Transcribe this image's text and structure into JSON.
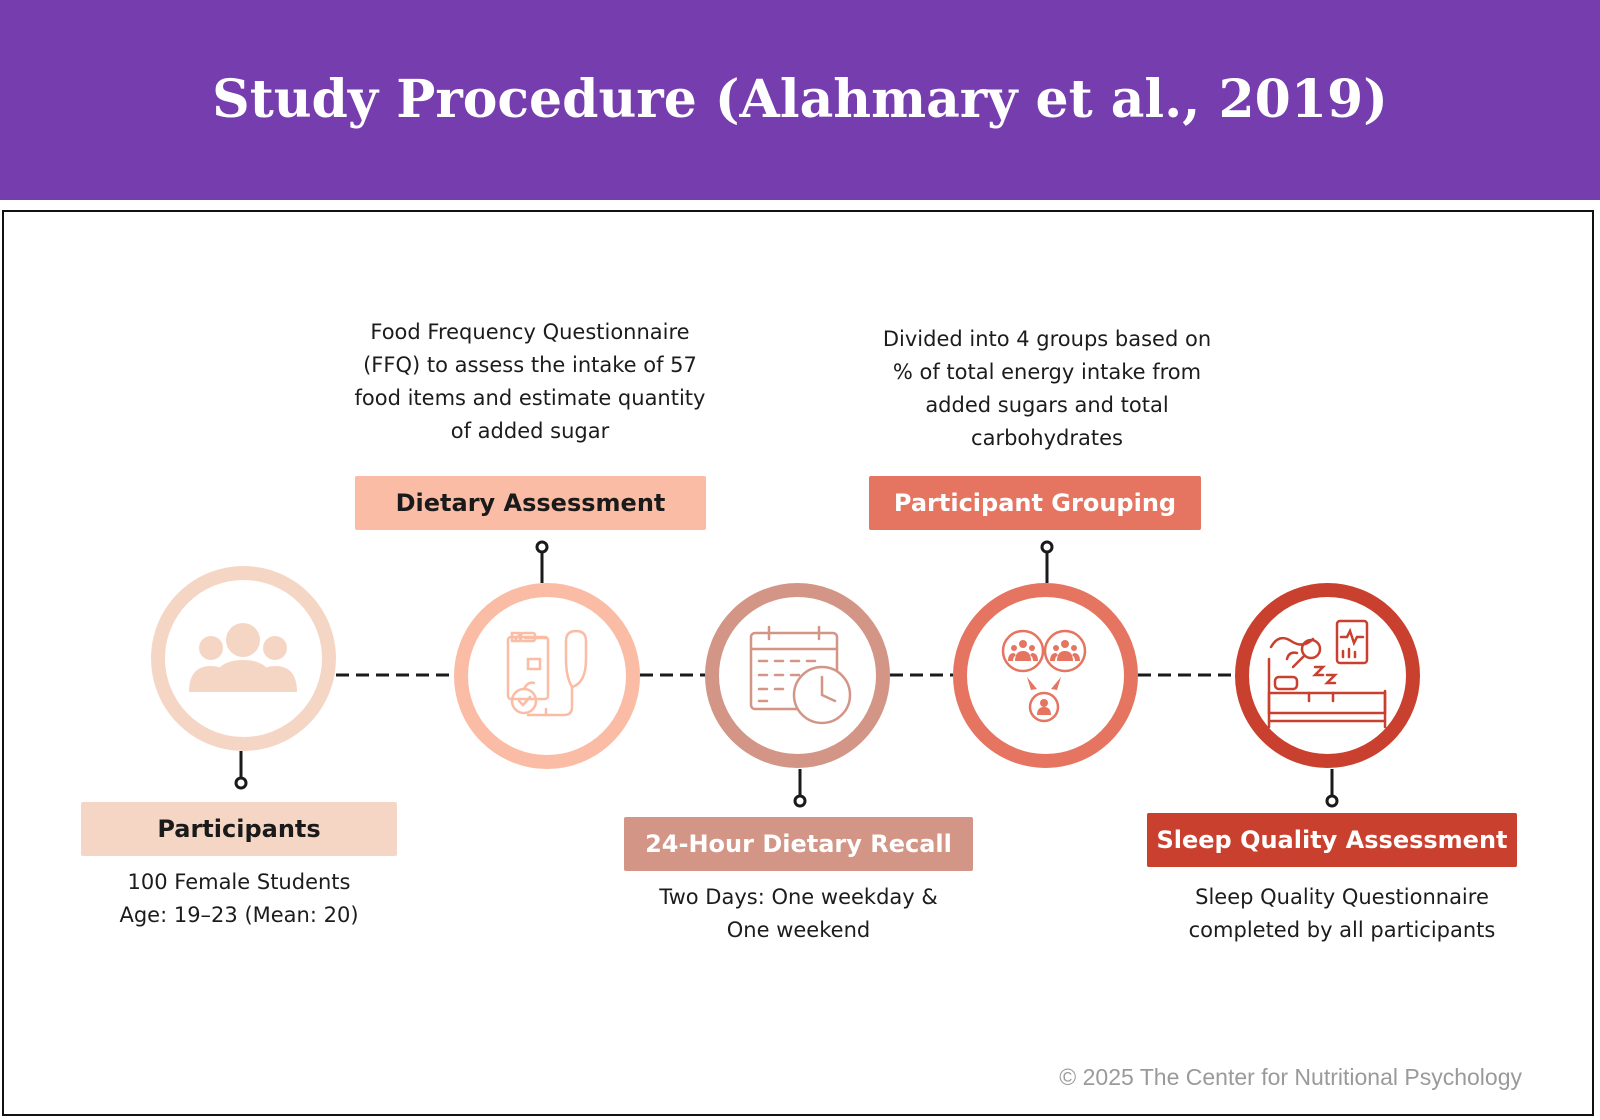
{
  "header": {
    "title": "Study Procedure (Alahmary et al., 2019)"
  },
  "colors": {
    "header_bg": "#763dae",
    "step1": "#f5d6c4",
    "step2": "#fbbca6",
    "step3": "#d39586",
    "step4": "#e57561",
    "step5": "#c9402e"
  },
  "steps": [
    {
      "label": "Participants",
      "icon": "people-group-icon",
      "description_lines": [
        "100 Female Students",
        "Age: 19–23 (Mean: 20)"
      ]
    },
    {
      "label": "Dietary Assessment",
      "icon": "clipboard-stethoscope-apple-icon",
      "description_lines": [
        "Food Frequency Questionnaire",
        "(FFQ) to assess the intake of 57",
        "food items and estimate quantity",
        "of added sugar"
      ]
    },
    {
      "label": "24-Hour Dietary Recall",
      "icon": "calendar-clock-icon",
      "description_lines": [
        "Two Days:  One weekday &",
        "One weekend"
      ]
    },
    {
      "label": "Participant Grouping",
      "icon": "group-split-icon",
      "description_lines": [
        "Divided into 4 groups based on",
        "% of total energy intake from",
        "added sugars and total",
        "carbohydrates"
      ]
    },
    {
      "label": "Sleep Quality Assessment",
      "icon": "bed-sleep-monitor-icon",
      "description_lines": [
        "Sleep Quality Questionnaire",
        "completed by all participants"
      ]
    }
  ],
  "footer": {
    "copyright": "© 2025 The Center for Nutritional Psychology"
  }
}
